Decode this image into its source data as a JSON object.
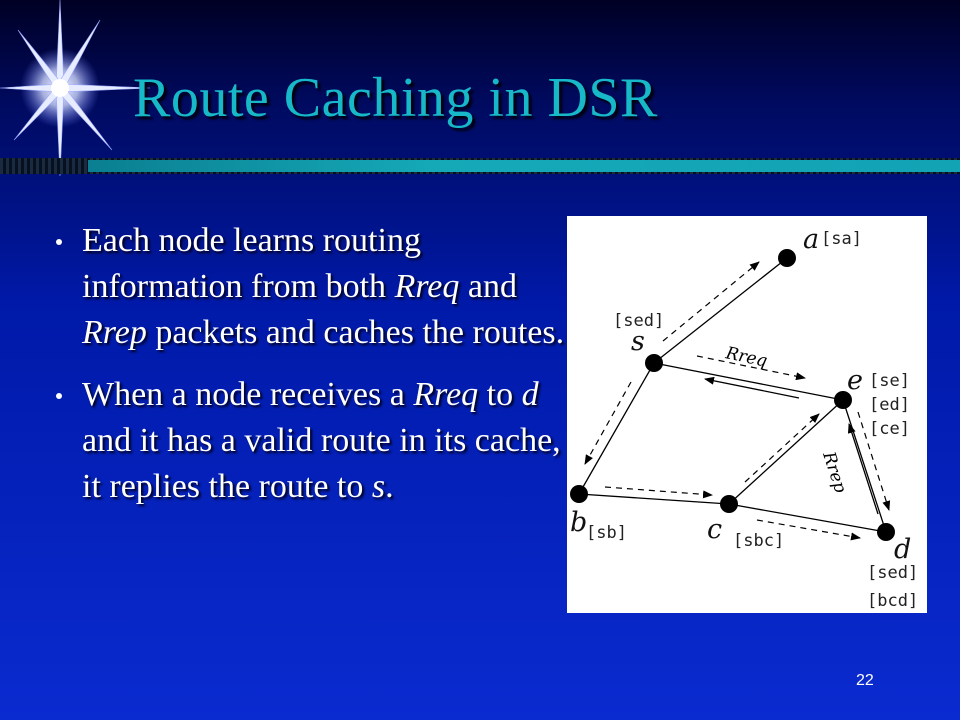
{
  "slide": {
    "title": "Route Caching in DSR",
    "page_number": "22"
  },
  "bullets": [
    [
      {
        "t": "Each node learns routing information from both ",
        "i": false
      },
      {
        "t": "Rreq",
        "i": true
      },
      {
        "t": " and ",
        "i": false
      },
      {
        "t": "Rrep",
        "i": true
      },
      {
        "t": " packets and caches the routes.",
        "i": false
      }
    ],
    [
      {
        "t": "When a node receives a ",
        "i": false
      },
      {
        "t": "Rreq",
        "i": true
      },
      {
        "t": " to ",
        "i": false
      },
      {
        "t": "d",
        "i": true
      },
      {
        "t": " and it has a valid route in its cache, it replies the route to ",
        "i": false
      },
      {
        "t": "s",
        "i": true
      },
      {
        "t": ".",
        "i": false
      }
    ]
  ],
  "diagram": {
    "nodes": [
      {
        "id": "a",
        "label": "a",
        "caches": [
          "[sa]"
        ]
      },
      {
        "id": "s",
        "label": "s",
        "caches": [
          "[sed]"
        ]
      },
      {
        "id": "e",
        "label": "e",
        "caches": [
          "[se]",
          "[ed]",
          "[ce]"
        ]
      },
      {
        "id": "b",
        "label": "b",
        "caches": [
          "[sb]"
        ]
      },
      {
        "id": "c",
        "label": "c",
        "caches": [
          "[sbc]"
        ]
      },
      {
        "id": "d",
        "label": "d",
        "caches": [
          "[sed]",
          "[bcd]"
        ]
      }
    ],
    "edge_labels": {
      "rreq": "Rreq",
      "rrep": "Rrep"
    }
  }
}
